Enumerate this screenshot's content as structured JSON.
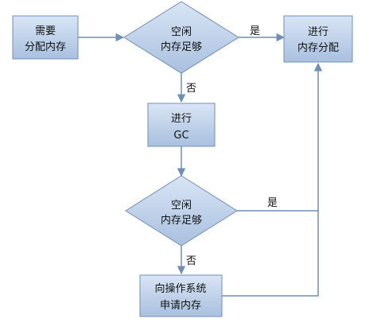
{
  "nodes": {
    "need_alloc": {
      "line1": "需要",
      "line2": "分配内存"
    },
    "check_free_1": {
      "line1": "空闲",
      "line2": "内存足够"
    },
    "do_alloc": {
      "line1": "进行",
      "line2": "内存分配"
    },
    "do_gc": {
      "line1": "进行",
      "line2": "GC"
    },
    "check_free_2": {
      "line1": "空闲",
      "line2": "内存足够"
    },
    "request_os": {
      "line1": "向操作系统",
      "line2": "申请内存"
    }
  },
  "edges": {
    "yes_1": "是",
    "no_1": "否",
    "yes_2": "是",
    "no_2": "否"
  },
  "colors": {
    "fill_light": "#d4e1f3",
    "fill_dark": "#a9c0df",
    "stroke": "#6f8fb8"
  }
}
